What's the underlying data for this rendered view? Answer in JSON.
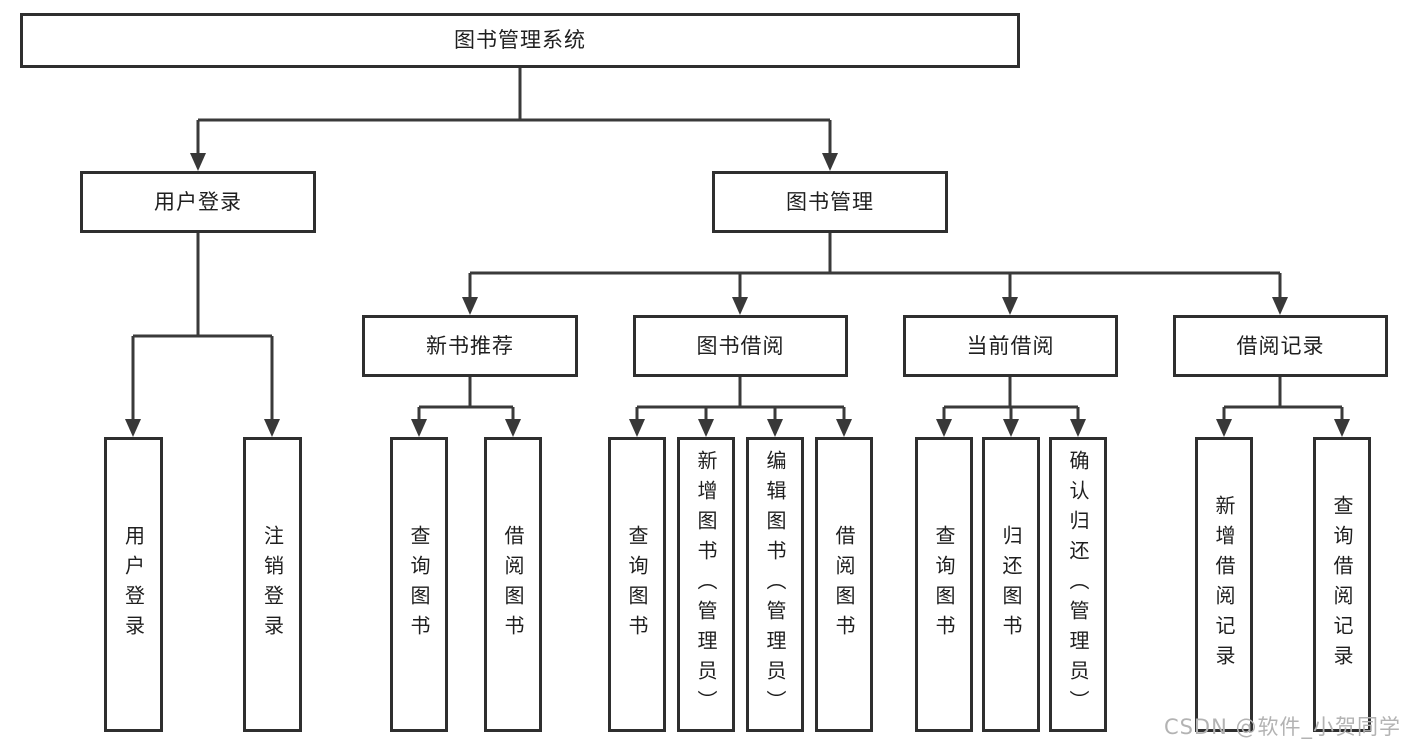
{
  "page": {
    "background": "#ffffff",
    "line_color": "#3a3a3a",
    "box_border_color": "#2f2f2f",
    "text_color": "#1f1f1f",
    "watermark_color": "#b3b3b3"
  },
  "watermark": {
    "text": "CSDN @软件_小贺同学"
  },
  "diagram": {
    "type": "tree",
    "root": {
      "label": "图书管理系统"
    },
    "level2": {
      "user_login": {
        "label": "用户登录"
      },
      "book_mgmt": {
        "label": "图书管理"
      }
    },
    "level3": {
      "new_books": {
        "label": "新书推荐"
      },
      "borrowing": {
        "label": "图书借阅"
      },
      "current": {
        "label": "当前借阅"
      },
      "records": {
        "label": "借阅记录"
      }
    },
    "leaves": {
      "user_login_login": {
        "label": "用户登录"
      },
      "user_login_logout": {
        "label": "注销登录"
      },
      "new_books_query": {
        "label": "查询图书"
      },
      "new_books_borrow": {
        "label": "借阅图书"
      },
      "borrowing_query": {
        "label": "查询图书"
      },
      "borrowing_add": {
        "label": "新增图书（管理员）"
      },
      "borrowing_edit": {
        "label": "编辑图书（管理员）"
      },
      "borrowing_borrow": {
        "label": "借阅图书"
      },
      "current_query": {
        "label": "查询图书"
      },
      "current_return": {
        "label": "归还图书"
      },
      "current_confirm": {
        "label": "确认归还（管理员）"
      },
      "records_add": {
        "label": "新增借阅记录"
      },
      "records_query": {
        "label": "查询借阅记录"
      }
    },
    "hierarchy": [
      {
        "parent": "图书管理系统",
        "children": [
          "用户登录",
          "图书管理"
        ]
      },
      {
        "parent": "用户登录",
        "children": [
          "用户登录",
          "注销登录"
        ]
      },
      {
        "parent": "图书管理",
        "children": [
          "新书推荐",
          "图书借阅",
          "当前借阅",
          "借阅记录"
        ]
      },
      {
        "parent": "新书推荐",
        "children": [
          "查询图书",
          "借阅图书"
        ]
      },
      {
        "parent": "图书借阅",
        "children": [
          "查询图书",
          "新增图书（管理员）",
          "编辑图书（管理员）",
          "借阅图书"
        ]
      },
      {
        "parent": "当前借阅",
        "children": [
          "查询图书",
          "归还图书",
          "确认归还（管理员）"
        ]
      },
      {
        "parent": "借阅记录",
        "children": [
          "新增借阅记录",
          "查询借阅记录"
        ]
      }
    ]
  }
}
